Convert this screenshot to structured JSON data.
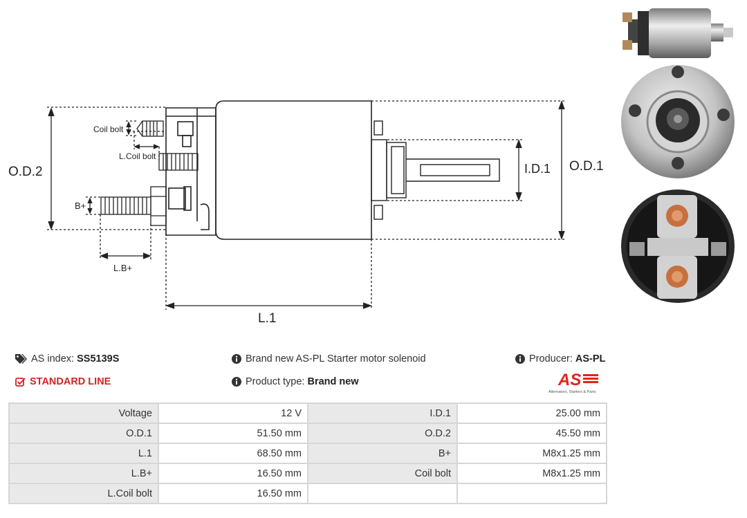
{
  "drawing": {
    "labels": {
      "od2": "O.D.2",
      "od1": "O.D.1",
      "id1": "I.D.1",
      "l1": "L.1",
      "lb": "L.B+",
      "bplus": "B+",
      "coil_bolt": "Coil bolt",
      "l_coil_bolt": "L.Coil bolt"
    }
  },
  "info": {
    "as_index_label": "AS index:",
    "as_index_value": "SS5139S",
    "standard_line": "STANDARD LINE",
    "description": "Brand new AS-PL Starter motor solenoid",
    "product_type_label": "Product type:",
    "product_type_value": "Brand new",
    "producer_label": "Producer:",
    "producer_value": "AS-PL"
  },
  "logo": {
    "text": "AS",
    "tagline": "Alternators, Starters & Parts",
    "color": "#e2231a"
  },
  "specs": [
    {
      "l1": "Voltage",
      "v1": "12 V",
      "l2": "I.D.1",
      "v2": "25.00 mm"
    },
    {
      "l1": "O.D.1",
      "v1": "51.50 mm",
      "l2": "O.D.2",
      "v2": "45.50 mm"
    },
    {
      "l1": "L.1",
      "v1": "68.50 mm",
      "l2": "B+",
      "v2": "M8x1.25 mm"
    },
    {
      "l1": "L.B+",
      "v1": "16.50 mm",
      "l2": "Coil bolt",
      "v2": "M8x1.25 mm"
    },
    {
      "l1": "L.Coil bolt",
      "v1": "16.50 mm",
      "l2": "",
      "v2": ""
    }
  ]
}
